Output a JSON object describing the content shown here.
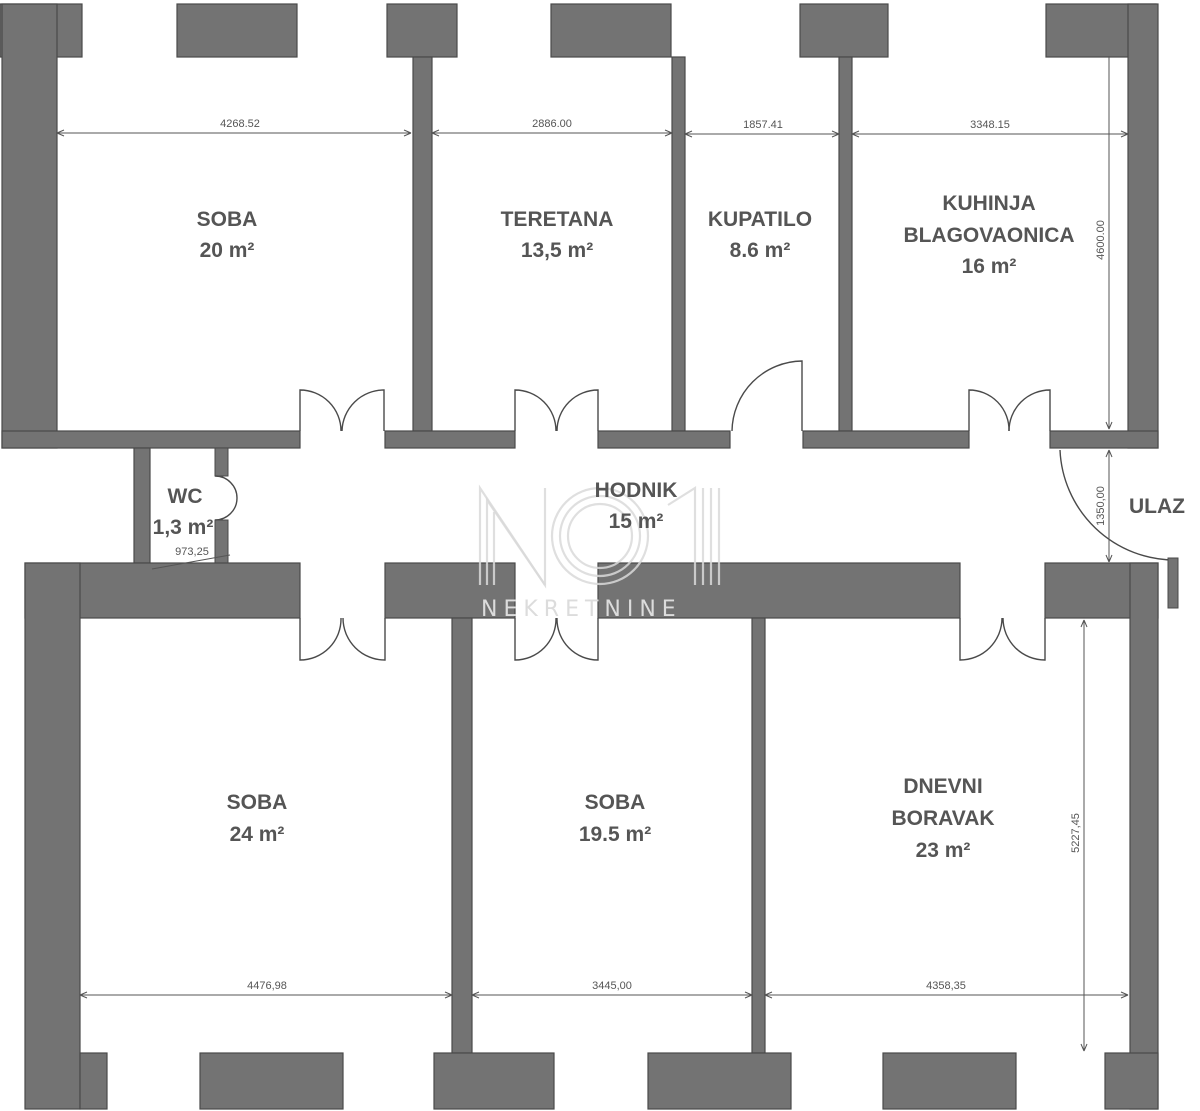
{
  "rooms": [
    {
      "name": "SOBA",
      "area": "20 m²"
    },
    {
      "name": "TERETANA",
      "area": "13,5 m²"
    },
    {
      "name": "KUPATILO",
      "area": "8.6 m²"
    },
    {
      "name": "KUHINJA",
      "name2": "BLAGOVAONICA",
      "area": "16 m²"
    },
    {
      "name": "WC",
      "area": "1,3 m²"
    },
    {
      "name": "HODNIK",
      "area": "15 m²"
    },
    {
      "name": "ULAZ"
    },
    {
      "name": "SOBA",
      "area": "24 m²"
    },
    {
      "name": "SOBA",
      "area": "19.5 m²"
    },
    {
      "name": "DNEVNI",
      "name2": "BORAVAK",
      "area": "23 m²"
    }
  ],
  "dimensions": {
    "soba_top_width": "4268.52",
    "teretana_width": "2886.00",
    "kupatilo_width": "1857.41",
    "kuhinja_width": "3348.15",
    "kuhinja_height": "4600.00",
    "wc_width": "973,25",
    "hodnik_height": "1350,00",
    "soba_bottom_left_width": "4476,98",
    "soba_bottom_mid_width": "3445,00",
    "dnevni_width": "4358,35",
    "dnevni_height": "5227,45"
  },
  "watermark": {
    "logo": "NO1",
    "subtitle": "NEKRETNINE"
  },
  "colors": {
    "wall": "#737373",
    "text": "#555555",
    "watermark": "#d9d9d9"
  }
}
